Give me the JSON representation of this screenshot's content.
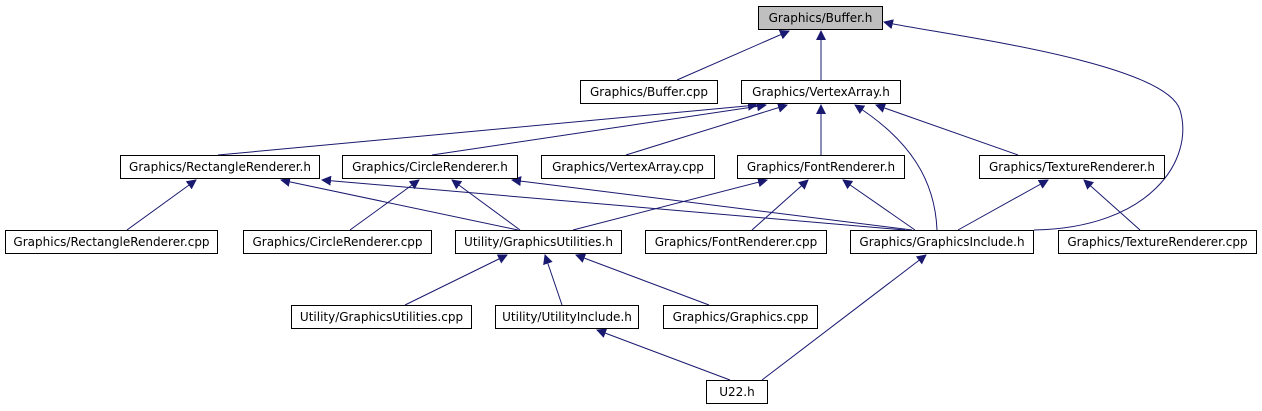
{
  "graph": {
    "nodes": {
      "buffer_h": "Graphics/Buffer.h",
      "buffer_cpp": "Graphics/Buffer.cpp",
      "vertexarray_h": "Graphics/VertexArray.h",
      "rectrenderer_h": "Graphics/RectangleRenderer.h",
      "circlerenderer_h": "Graphics/CircleRenderer.h",
      "vertexarray_cpp": "Graphics/VertexArray.cpp",
      "fontrenderer_h": "Graphics/FontRenderer.h",
      "texturerenderer_h": "Graphics/TextureRenderer.h",
      "rectrenderer_cpp": "Graphics/RectangleRenderer.cpp",
      "circlerenderer_cpp": "Graphics/CircleRenderer.cpp",
      "graphicsutilities_h": "Utility/GraphicsUtilities.h",
      "fontrenderer_cpp": "Graphics/FontRenderer.cpp",
      "graphicsinclude_h": "Graphics/GraphicsInclude.h",
      "texturerenderer_cpp": "Graphics/TextureRenderer.cpp",
      "graphicsutilities_cpp": "Utility/GraphicsUtilities.cpp",
      "utilityinclude_h": "Utility/UtilityInclude.h",
      "graphics_cpp": "Graphics/Graphics.cpp",
      "u22_h": "U22.h"
    },
    "edges": [
      [
        "buffer_cpp",
        "buffer_h"
      ],
      [
        "vertexarray_h",
        "buffer_h"
      ],
      [
        "graphicsinclude_h",
        "buffer_h"
      ],
      [
        "rectrenderer_h",
        "vertexarray_h"
      ],
      [
        "circlerenderer_h",
        "vertexarray_h"
      ],
      [
        "vertexarray_cpp",
        "vertexarray_h"
      ],
      [
        "fontrenderer_h",
        "vertexarray_h"
      ],
      [
        "texturerenderer_h",
        "vertexarray_h"
      ],
      [
        "graphicsinclude_h",
        "vertexarray_h"
      ],
      [
        "rectrenderer_cpp",
        "rectrenderer_h"
      ],
      [
        "graphicsutilities_h",
        "rectrenderer_h"
      ],
      [
        "graphicsinclude_h",
        "rectrenderer_h"
      ],
      [
        "circlerenderer_cpp",
        "circlerenderer_h"
      ],
      [
        "graphicsutilities_h",
        "circlerenderer_h"
      ],
      [
        "graphicsinclude_h",
        "circlerenderer_h"
      ],
      [
        "graphicsutilities_h",
        "fontrenderer_h"
      ],
      [
        "fontrenderer_cpp",
        "fontrenderer_h"
      ],
      [
        "graphicsinclude_h",
        "fontrenderer_h"
      ],
      [
        "graphicsinclude_h",
        "texturerenderer_h"
      ],
      [
        "texturerenderer_cpp",
        "texturerenderer_h"
      ],
      [
        "graphicsutilities_cpp",
        "graphicsutilities_h"
      ],
      [
        "utilityinclude_h",
        "graphicsutilities_h"
      ],
      [
        "graphics_cpp",
        "graphicsutilities_h"
      ],
      [
        "u22_h",
        "utilityinclude_h"
      ],
      [
        "u22_h",
        "graphicsinclude_h"
      ]
    ],
    "colors": {
      "edge": "#191970",
      "root_fill": "#bfbfbf",
      "node_fill": "#ffffff",
      "node_border": "#000000"
    }
  }
}
